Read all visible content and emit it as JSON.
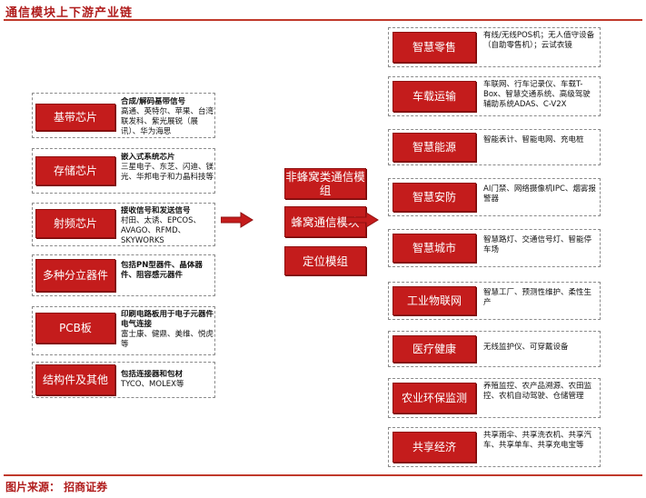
{
  "header": {
    "title": "通信模块上下游产业链"
  },
  "footer": {
    "source": "图片来源： 招商证券"
  },
  "upstream": [
    {
      "label": "基带芯片",
      "desc_bold": "合成/解码基带信号",
      "desc": "高通、英特尔、苹果、台湾联发科、紫光展锐（展讯）、华为海思"
    },
    {
      "label": "存储芯片",
      "desc_bold": "嵌入式系统芯片",
      "desc": "三星电子、东芝、闪迪、镁光、华邦电子和力晶科技等"
    },
    {
      "label": "射频芯片",
      "desc_bold": "接收信号和发送信号",
      "desc": "村田、太诱、EPCOS、AVAGO、RFMD、SKYWORKS"
    },
    {
      "label": "多种分立器件",
      "desc_bold": "包括PN型器件、晶体器件、阻容感元器件",
      "desc": ""
    },
    {
      "label": "PCB板",
      "desc_bold": "印刷电路板用于电子元器件电气连接",
      "desc": "富士康、健鼎、美维、悦虎等"
    },
    {
      "label": "结构件及其他",
      "desc_bold": "包括连接器和包材",
      "desc": "TYCO、MOLEX等"
    }
  ],
  "midstream": [
    {
      "label": "非蜂窝类通信模组"
    },
    {
      "label": "蜂窝通信模块"
    },
    {
      "label": "定位模组"
    }
  ],
  "downstream": [
    {
      "label": "智慧零售",
      "desc": "有线/无线POS机；无人值守设备（自助零售机）；云试衣镜"
    },
    {
      "label": "车载运输",
      "desc": "车联网、行车记录仪、车载T-Box、智慧交通系统、高级驾驶辅助系统ADAS、C-V2X"
    },
    {
      "label": "智慧能源",
      "desc": "智能表计、智能电网、充电桩"
    },
    {
      "label": "智慧安防",
      "desc": "AI门禁、网络摄像机IPC、烟雾报警器"
    },
    {
      "label": "智慧城市",
      "desc": "智慧路灯、交通信号灯、智能停车场"
    },
    {
      "label": "工业物联网",
      "desc": "智慧工厂、预测性维护、柔性生产"
    },
    {
      "label": "医疗健康",
      "desc": "无线监护仪、可穿戴设备"
    },
    {
      "label": "农业环保监测",
      "desc": "养殖监控、农产品溯源、农田监控、农机自动驾驶、仓储管理"
    },
    {
      "label": "共享经济",
      "desc": "共享雨伞、共享洗衣机、共享汽车、共享单车、共享充电宝等"
    }
  ],
  "colors": {
    "accent": "#c41c1c",
    "title": "#b01c1c"
  }
}
